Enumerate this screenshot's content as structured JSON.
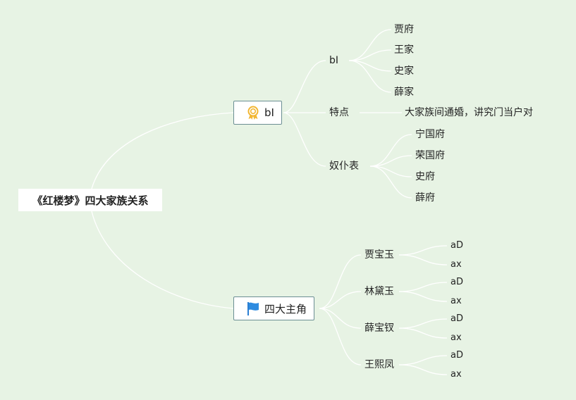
{
  "root": {
    "label": "《红楼梦》四大家族关系"
  },
  "branch1": {
    "label": "bI",
    "icon": "award-ribbon-icon",
    "children": [
      {
        "label": "bI",
        "children": [
          "贾府",
          "王家",
          "史家",
          "薛家"
        ]
      },
      {
        "label": "特点",
        "children": [
          "大家族间通婚，讲究门当户对"
        ]
      },
      {
        "label": "奴仆表",
        "children": [
          "宁国府",
          "荣国府",
          "史府",
          "薛府"
        ]
      }
    ]
  },
  "branch2": {
    "label": "四大主角",
    "icon": "blue-flag-icon",
    "children": [
      {
        "label": "贾宝玉",
        "children": [
          "aD",
          "ax"
        ]
      },
      {
        "label": "林黛玉",
        "children": [
          "aD",
          "ax"
        ]
      },
      {
        "label": "薛宝钗",
        "children": [
          "aD",
          "ax"
        ]
      },
      {
        "label": "王熙凤",
        "children": [
          "aD",
          "ax"
        ]
      }
    ]
  },
  "colors": {
    "background": "#e7f3e4",
    "line": "#ffffff",
    "topic_border": "#6b8e93"
  }
}
